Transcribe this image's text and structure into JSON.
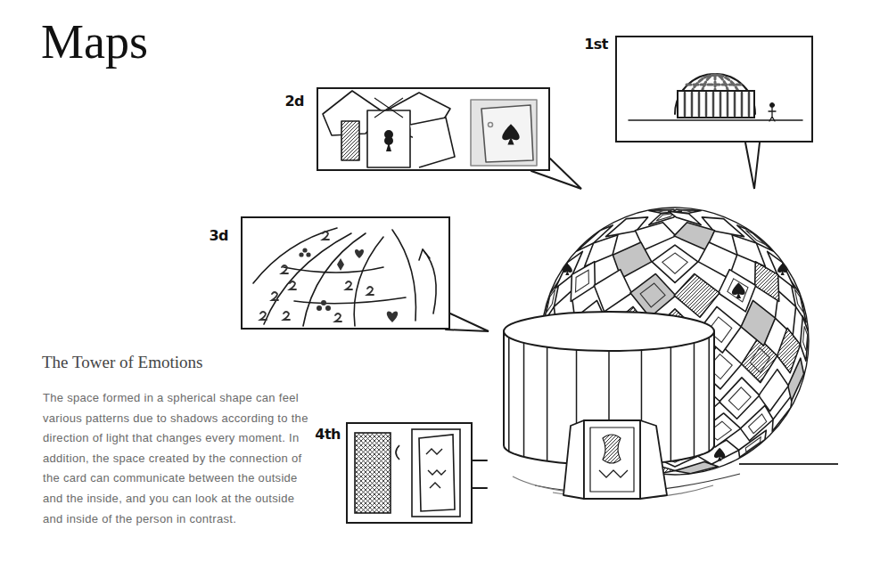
{
  "diagram": {
    "title": "Maps",
    "nodes": [
      {
        "text": [
          "1st"
        ]
      },
      {
        "text": [
          "2d"
        ]
      },
      {
        "text": [
          "3d"
        ]
      },
      {
        "text": [
          "4th"
        ]
      }
    ],
    "labels": [
      "The Tower of Emotions",
      "The space formed in a spherical shape can feel various patterns due to shadows according to the direction of light that changes every moment. In addition, the space created by the connection of the card can communicate between the outside and the inside, and you can look at the outside and inside of the person in contrast."
    ]
  }
}
